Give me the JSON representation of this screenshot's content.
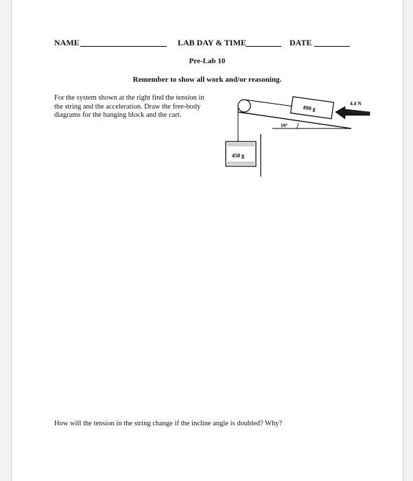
{
  "header": {
    "name_label": "NAME",
    "lab_label": "LAB DAY & TIME",
    "date_label": "DATE"
  },
  "title": "Pre-Lab 10",
  "reminder": "Remember to show all work and/or reasoning.",
  "problem_text": "For the system shown at the right find the tension in the string and the acceleration.  Draw the free-body diagrams for the hanging block and the cart.",
  "diagram": {
    "cart_mass": "890 g",
    "hanging_mass": "450 g",
    "force_label": "4.4 N",
    "angle_label": "19°"
  },
  "question": "How will the tension in the string change if the incline angle is doubled?  Why?",
  "colors": {
    "page": "#ffffff",
    "background": "#f2f2f2",
    "ink": "#111111"
  }
}
